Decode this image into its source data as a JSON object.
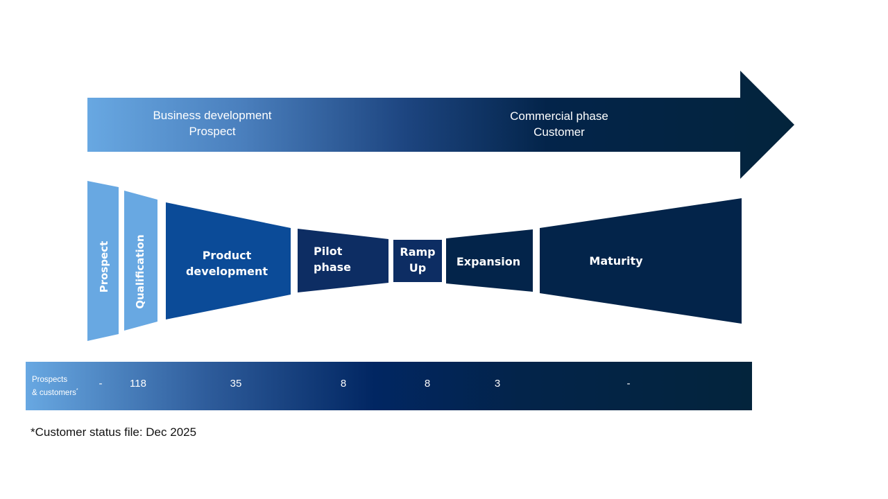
{
  "colors": {
    "light_blue": "#68a8e2",
    "mid_blue": "#0b4b98",
    "dark_blue": "#0d2d63",
    "navy": "#03244a",
    "darkest": "#03243c"
  },
  "phases": {
    "business": {
      "line1": "Business development",
      "line2": "Prospect"
    },
    "commercial": {
      "line1": "Commercial phase",
      "line2": "Customer"
    }
  },
  "stages": [
    {
      "label": "Prospect"
    },
    {
      "label": "Qualification"
    },
    {
      "line1": "Product",
      "line2": "development"
    },
    {
      "line1": "Pilot",
      "line2": "phase"
    },
    {
      "line1": "Ramp",
      "line2": "Up"
    },
    {
      "label": "Expansion"
    },
    {
      "label": "Maturity"
    }
  ],
  "counts_row": {
    "label_line1": "Prospects",
    "label_line2": "& customers",
    "label_mark": "*",
    "values": [
      "-",
      "118",
      "35",
      "8",
      "8",
      "3",
      "-"
    ]
  },
  "footnote": "*Customer status file: Dec 2025"
}
